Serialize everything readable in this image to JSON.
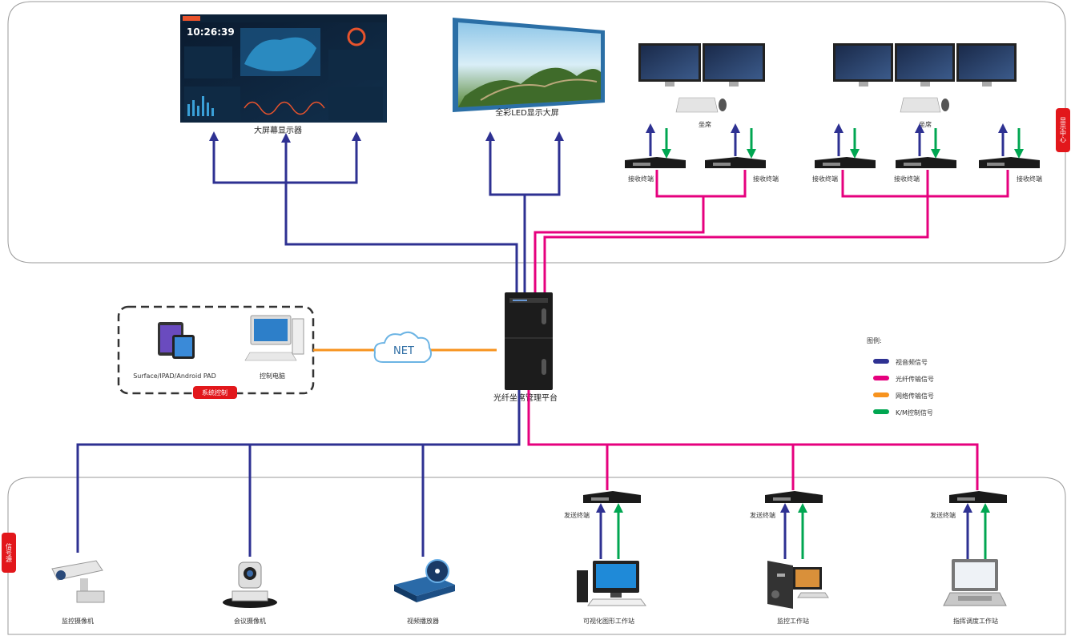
{
  "display_area": {
    "big_screen_label": "大屏幕显示器",
    "led_wall_label": "全彩LED显示大屏",
    "seat1_label": "坐席",
    "seat2_label": "坐席",
    "receivers": [
      "接收终端",
      "接收终端",
      "接收终端",
      "接收终端",
      "接收终端"
    ],
    "side_tag": "显示中心",
    "clock": "10:26:39"
  },
  "control_area": {
    "ipad_label": "Surface/IPAD/Android PAD",
    "pc_label": "控制电脑",
    "tag": "系统控制",
    "net_label": "NET"
  },
  "core": {
    "matrix_label": "光纤坐席管理平台"
  },
  "legend": {
    "title": "图例:",
    "items": [
      {
        "label": "视音频信号",
        "color": "#2e3192"
      },
      {
        "label": "光纤传输信号",
        "color": "#e6007e"
      },
      {
        "label": "网络传输信号",
        "color": "#f7931e"
      },
      {
        "label": "K/M控制信号",
        "color": "#00a651"
      }
    ]
  },
  "source_area": {
    "side_tag": "信号源",
    "senders": [
      "发送终端",
      "发送终端",
      "发送终端"
    ],
    "devices": [
      "监控摄像机",
      "会议摄像机",
      "视频播放器",
      "可视化图形工作站",
      "监控工作站",
      "指挥调度工作站"
    ]
  }
}
